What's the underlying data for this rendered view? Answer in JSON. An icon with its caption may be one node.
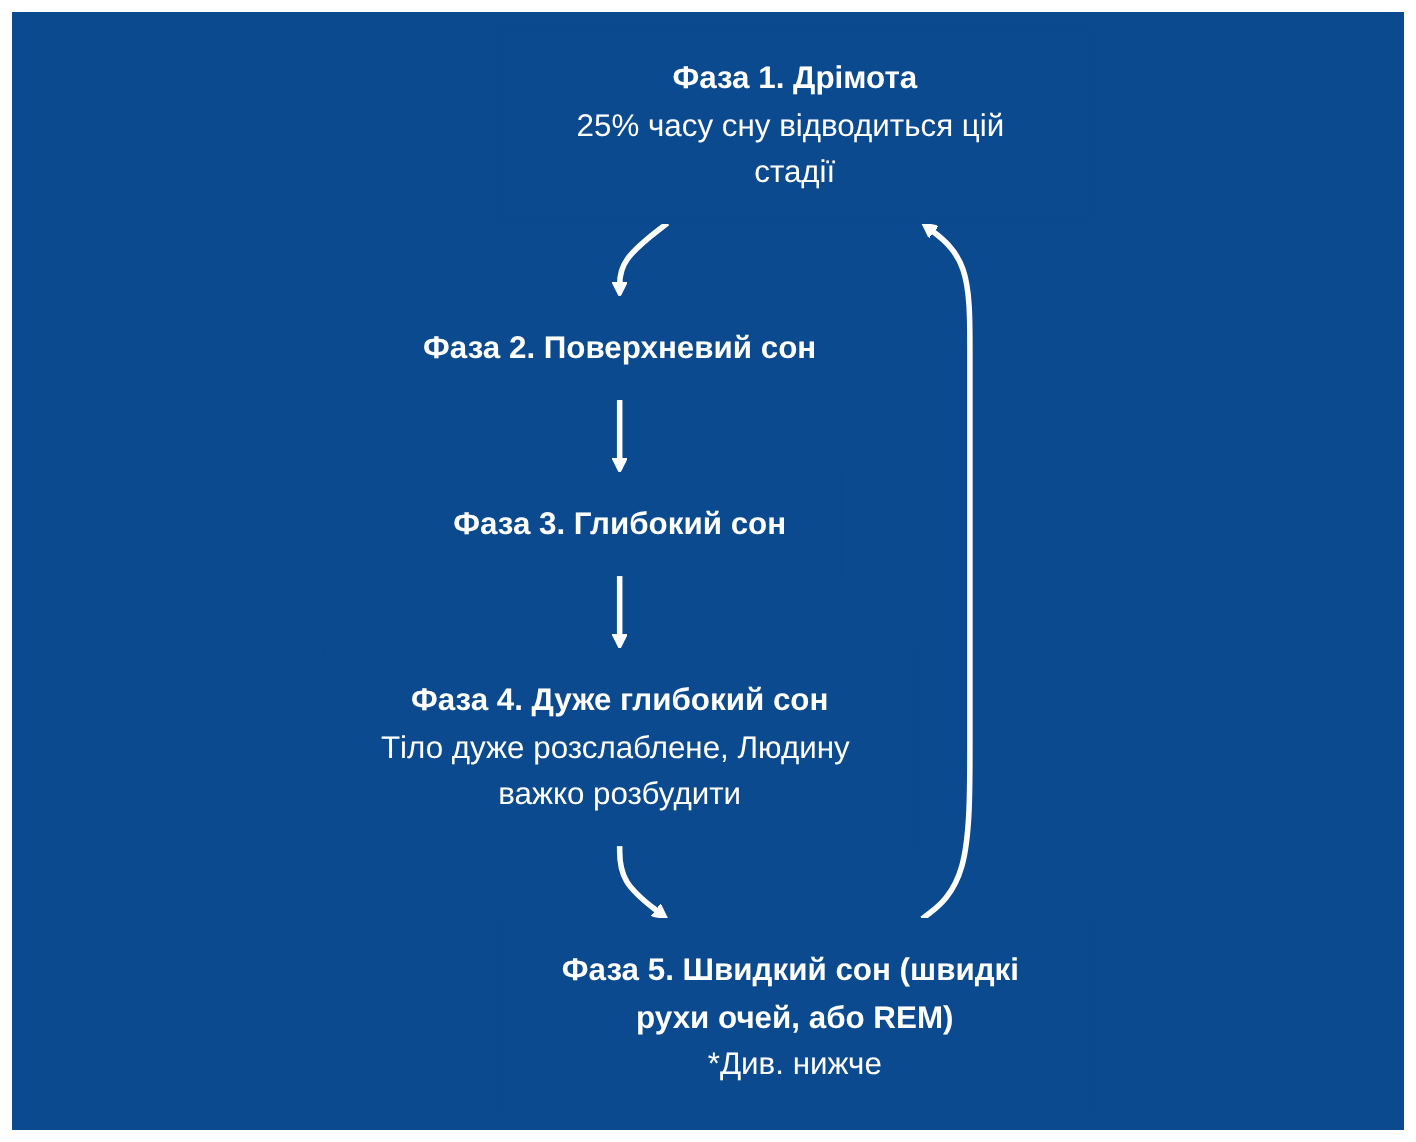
{
  "diagram": {
    "nodes": [
      {
        "text": [
          "Фаза 1. Дрімота",
          "25% часу сну відводиться цій стадії"
        ]
      },
      {
        "text": [
          "Фаза 2. Поверхневий сон"
        ]
      },
      {
        "text": [
          "Фаза 3. Глибокий сон"
        ]
      },
      {
        "text": [
          "Фаза 4. Дуже глибокий сон",
          "Тіло дуже розслаблене, Людину важко розбудити"
        ]
      },
      {
        "text": [
          "Фаза 5. Швидкий сон (швидкі рухи очей, або REM)",
          "*Див. нижче"
        ]
      }
    ],
    "edges": [
      {
        "from": 0,
        "to": 1,
        "arrow": "to"
      },
      {
        "from": 1,
        "to": 2,
        "arrow": "to"
      },
      {
        "from": 2,
        "to": 3,
        "arrow": "to"
      },
      {
        "from": 3,
        "to": 4,
        "arrow": "to"
      },
      {
        "from": 4,
        "to": 0,
        "arrow": "to"
      }
    ]
  }
}
